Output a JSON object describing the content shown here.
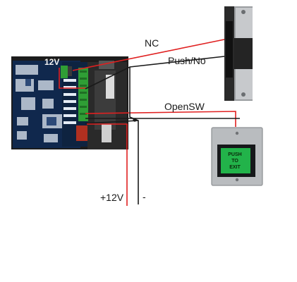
{
  "labels": {
    "nc": "NC",
    "push_no": "Push/No",
    "opensw": "OpenSW",
    "board_12v": "12V",
    "plus_12v": "+12V",
    "minus": "-"
  },
  "exit_button": {
    "line1": "PUSH",
    "line2": "TO",
    "line3": "EXIT"
  },
  "colors": {
    "wire_red": "#e02020",
    "wire_black": "#1a1a1a",
    "board_blue": "#10284d",
    "terminal_green": "#2f9e35",
    "button_green": "#22b34a",
    "plate_steel": "#b9bcbf"
  }
}
